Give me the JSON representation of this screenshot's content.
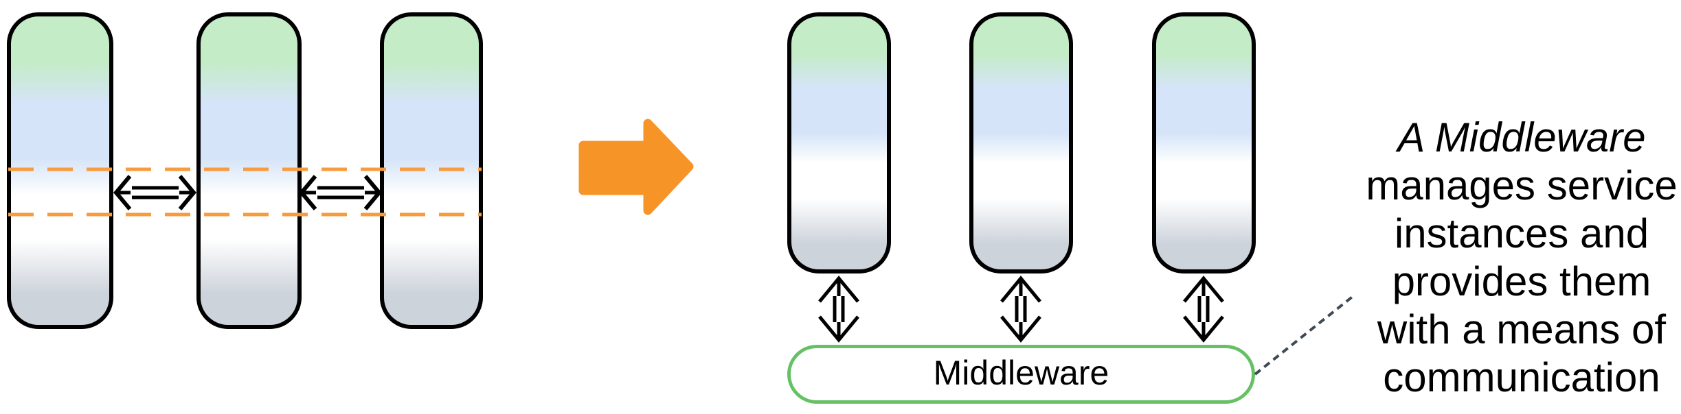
{
  "middleware": {
    "label": "Middleware"
  },
  "annotation": {
    "lines": [
      "A Middleware",
      "manages service",
      "instances and",
      "provides them",
      "with a means of",
      "communication"
    ]
  },
  "left_group": {
    "service_instance_count": 3,
    "exchange_arrow_count": 2,
    "dashed_band_line_count": 2
  },
  "right_group": {
    "service_instance_count": 3,
    "link_arrow_count": 3
  },
  "colors": {
    "pill_gradient_green": "#c4ecc7",
    "pill_gradient_blue": "#d5e4f8",
    "pill_gradient_white": "#ffffff",
    "pill_gradient_gray": "#cdd3db",
    "pill_border": "#000000",
    "block_arrow_orange": "#f79428",
    "dashed_band_orange": "#f89b3d",
    "middleware_border_green": "#66c166",
    "connector_dash_gray": "#3f4954",
    "text_black": "#000000"
  },
  "icons": {
    "transform_arrow": "right-block-arrow",
    "exchange_arrow": "horizontal-double-headed-arrow",
    "link_arrow": "vertical-double-headed-arrow"
  }
}
